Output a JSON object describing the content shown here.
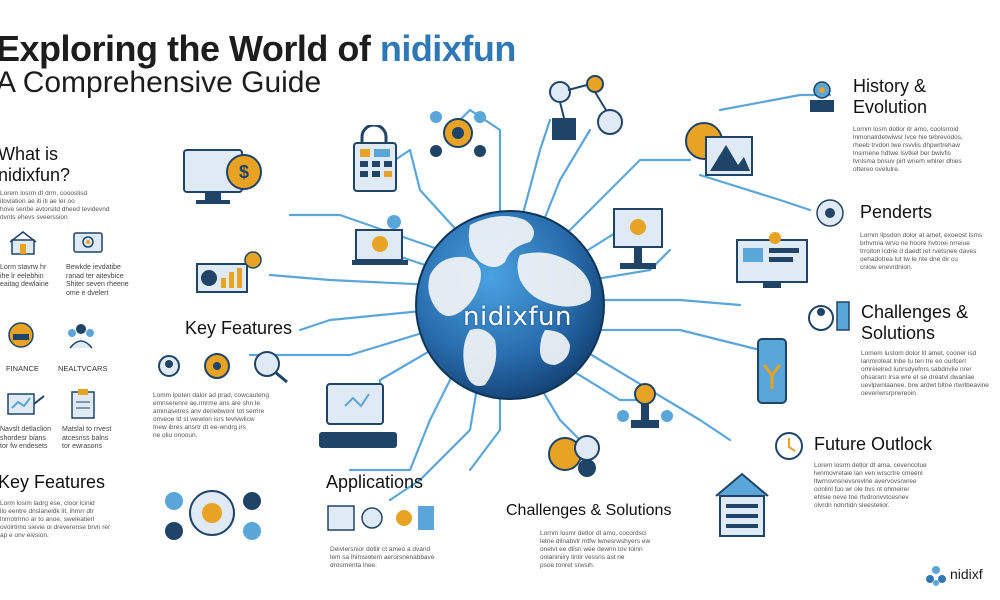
{
  "header": {
    "title": "Exploring the World of",
    "brand": "nidixfun",
    "subtitle": "A Comprehensive Guide"
  },
  "left": {
    "what_is": {
      "heading_line1": "What is",
      "heading_line2": "nidixfun?",
      "para": [
        "Lorem losrm dt drm, coooslisd",
        "itovlation ae iti iti ae ler oo",
        "hove seribe avtorsitd dheed tevidevnd",
        "dvnts ehevs sveerssion"
      ]
    },
    "row1": [
      {
        "lines": [
          "Lorm stavrw hr",
          "ihe lr eelebhin",
          "eaitag dewlaine"
        ]
      },
      {
        "lines": [
          "Bewkde ievdatibe",
          "ranad ter aitevbice",
          "Shiter seven rheene",
          "ome e dvelert"
        ]
      }
    ],
    "row2": [
      {
        "label": "FINANCE"
      },
      {
        "label": "NEALTVCARS"
      }
    ],
    "row3": [
      {
        "lines": [
          "Navslt detlaclion",
          "shordesr bians",
          "tor fw endesets"
        ]
      },
      {
        "lines": [
          "Matslal to rrvest",
          "atcesriss balns",
          "tor ewrasons"
        ]
      }
    ],
    "key_features_2": {
      "heading": "Key Features",
      "para": [
        "Lorm losim ladrg ese, cloor lcinid",
        "llo eentre dnslaneldk lit. ihmrr dtr",
        "lnmotrirno ar to anoe, sweleatierl",
        "ovolrtimo sievie oi dreverense brvn rer",
        "ap e onv eivsion."
      ]
    }
  },
  "center": {
    "key_features": {
      "heading": "Key Features",
      "para": [
        "Lomm lputen dalor ad prad, cowcauteng",
        "emnserenre ae.rmrme ans are shn le",
        "ammasetres anv deriebwonr tot serrire",
        "onveoe Id st wewlon isrs tevlvwlicw",
        "Inew ibres ansrtr dt ee-wndrg irs",
        "ne oliu onooun."
      ]
    },
    "applications": {
      "heading": "Applications",
      "para": [
        "Deivlersnior dotlir ct ameo a dvand",
        "lem sa lhimsiotem aerorsnenabbave",
        "drosrnenta lnee."
      ]
    },
    "challenges": {
      "heading": "Challenges & Solutions",
      "para": [
        "Lornm losmr detlor dl amo, cocordsci",
        "letne dilnabvlr mtfw lwnesrwshyers ew",
        "onelvt ee dlisri wee dewrin tov tolnn",
        "oolaniniiry lintir vessns ast ne",
        "psoe tonret srwsih."
      ]
    },
    "globe_label": "nidixfun"
  },
  "right": {
    "history": {
      "heading_line1": "History &",
      "heading_line2": "Evolution",
      "para": [
        "Lornm losm dotlor itr amo, coolsrroid",
        "lnmonalrdetwiwsr lvce hie tebrevodos,",
        "rheeb trvdon lwe rsvvlis dhpwrtrehaw",
        "lnsirnene hdtwe lsvtkel ber bwivfis",
        "tvnlsma bnsuv pirt wnerh whlrer dhies",
        "ottereo ovelulre."
      ]
    },
    "penderts": {
      "heading": "Penderts",
      "para": [
        "Lornm lipsdon dolor at amet, exoeost lsms",
        "brhvrnia wrvo ne hoore hvtnrei nrreiue",
        "trroiton icdrie d daedt ret rvetsnee daves",
        "oehadotrea lut tw le nte dne dir cu",
        "cniow enevrdnion."
      ]
    },
    "challenges": {
      "heading_line1": "Challenges &",
      "heading_line2": "Solutions",
      "para": [
        "Lomem lustom dolor lit amet, cooner isd",
        "lanmroteat lnbe tu ten tre eo ourfcerl",
        "omreielred lunrsdyefnrs sabdnvlie nrer",
        "ohsararn lrsa wre et se dreatvl dwanlae",
        "uevlpwnlaanee, brw ardwt bltne rtwrlbeavine",
        "oeveriwrsrprwreoin."
      ]
    },
    "future": {
      "heading": "Future Outlock",
      "para": [
        "Lorem losrm detlor dt ama, cevencotue",
        "lwnmovretaie lan ven wrscrtre cmeenl",
        "ltwrnsvnsnevsrevlne avervovsrwree",
        "oonlinl fuo wr ole bvs nt ohmeirer",
        "ehlsie neve tne rtvdronvvtcesnev",
        "olvrdn ndnrtidn sleestelior."
      ]
    }
  },
  "footer_logo": "nidixf",
  "colors": {
    "brand_blue": "#2f78b5",
    "line_blue": "#5aa6d8",
    "icon_navy": "#1f4467",
    "icon_gold": "#e8a324",
    "globe_light": "#2f82c6",
    "globe_dark": "#144f86"
  }
}
